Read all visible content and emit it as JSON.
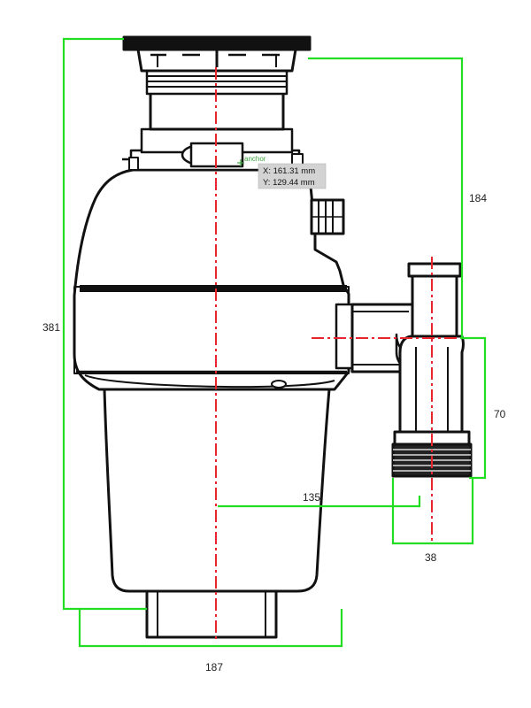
{
  "drawing": {
    "dimensions": {
      "overall_height": "381",
      "top_to_outlet": "184",
      "outlet_height": "70",
      "center_to_outlet": "135",
      "outlet_width": "38",
      "body_width": "187"
    },
    "cursor_tooltip": {
      "anchor_label": "anchor",
      "x_readout": "X: 161.31 mm",
      "y_readout": "Y: 129.44 mm"
    },
    "colors": {
      "outline": "#111111",
      "body_fill": "#ffffff",
      "centerline": "#e8242c",
      "dimension": "#22dd22",
      "tooltip_bg": "#d3d3d3",
      "anchor": "#3fa63f"
    }
  }
}
